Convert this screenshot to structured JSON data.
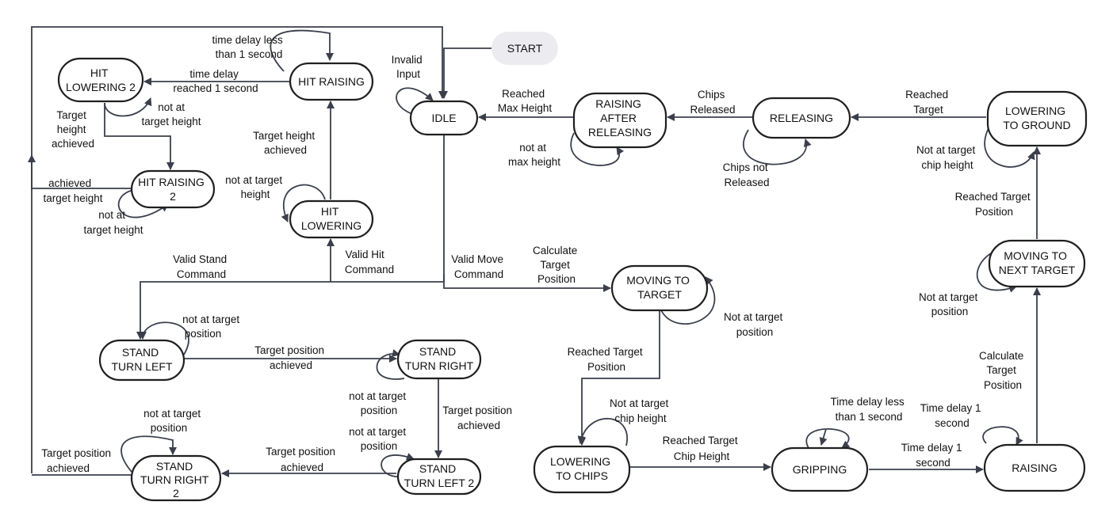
{
  "colors": {
    "stroke": "#1f1f1f",
    "edge": "#3a3f4b",
    "start_fill": "#ececf0",
    "background": "#ffffff"
  },
  "states": {
    "start": [
      "START"
    ],
    "idle": [
      "IDLE"
    ],
    "hit_lowering_2": [
      "HIT",
      "LOWERING 2"
    ],
    "hit_raising": [
      "HIT RAISING"
    ],
    "hit_raising_2": [
      "HIT RAISING",
      "2"
    ],
    "hit_lowering": [
      "HIT",
      "LOWERING"
    ],
    "raising_after_releasing": [
      "RAISING",
      "AFTER",
      "RELEASING"
    ],
    "releasing": [
      "RELEASING"
    ],
    "lowering_to_ground": [
      "LOWERING",
      "TO GROUND"
    ],
    "moving_to_next_target": [
      "MOVING TO",
      "NEXT TARGET"
    ],
    "moving_to_target": [
      "MOVING TO",
      "TARGET"
    ],
    "stand_turn_left": [
      "STAND",
      "TURN LEFT"
    ],
    "stand_turn_right": [
      "STAND",
      "TURN RIGHT"
    ],
    "stand_turn_left_2": [
      "STAND",
      "TURN LEFT 2"
    ],
    "stand_turn_right_2": [
      "STAND",
      "TURN RIGHT",
      "2"
    ],
    "lowering_to_chips": [
      "LOWERING",
      "TO CHIPS"
    ],
    "gripping": [
      "GRIPPING"
    ],
    "raising": [
      "RAISING"
    ]
  },
  "labels": {
    "invalid_input": [
      "Invalid",
      "Input"
    ],
    "time_delay_less": [
      "time delay less",
      "than 1 second"
    ],
    "time_delay_reached": [
      "time delay",
      "reached 1 second"
    ],
    "not_at_target_height_hl2": [
      "not at",
      "target height"
    ],
    "target_height_achieved_hl2": [
      "Target",
      "height",
      "achieved"
    ],
    "achieved_target_height": [
      "achieved",
      "target height"
    ],
    "not_at_target_height_hr2": [
      "not at",
      "target height"
    ],
    "target_height_achieved_hl": [
      "Target height",
      "achieved"
    ],
    "not_at_target_height_hl": [
      "not at target",
      "height"
    ],
    "reached_max_height": [
      "Reached",
      "Max Height"
    ],
    "not_at_max_height": [
      "not at",
      "max height"
    ],
    "chips_released": [
      "Chips",
      "Released"
    ],
    "chips_not_released": [
      "Chips not",
      "Released"
    ],
    "reached_target": [
      "Reached",
      "Target"
    ],
    "not_at_target_chip_height_ground": [
      "Not at target",
      "chip height"
    ],
    "reached_target_position_up": [
      "Reached Target",
      "Position"
    ],
    "not_at_target_position_next": [
      "Not at target",
      "position"
    ],
    "calculate_target_position_right": [
      "Calculate",
      "Target",
      "Position"
    ],
    "valid_stand_command": [
      "Valid Stand",
      "Command"
    ],
    "valid_hit_command": [
      "Valid Hit",
      "Command"
    ],
    "valid_move_command": [
      "Valid Move",
      "Command"
    ],
    "calculate_target_position_mid": [
      "Calculate",
      "Target",
      "Position"
    ],
    "not_at_target_position_mtt": [
      "Not at target",
      "position"
    ],
    "not_at_target_position_stl": [
      "not at target",
      "position"
    ],
    "target_position_achieved_stl": [
      "Target position",
      "achieved"
    ],
    "not_at_target_position_str": [
      "not at target",
      "position"
    ],
    "target_position_achieved_str": [
      "Target position",
      "achieved"
    ],
    "not_at_target_position_stl2": [
      "not at target",
      "position"
    ],
    "target_position_achieved_stl2": [
      "Target position",
      "achieved"
    ],
    "not_at_target_position_str2": [
      "not at target",
      "position"
    ],
    "target_position_achieved_str2": [
      "Target position",
      "achieved"
    ],
    "reached_target_position_down": [
      "Reached Target",
      "Position"
    ],
    "not_at_target_chip_height_chips": [
      "Not at target",
      "chip height"
    ],
    "reached_target_chip_height": [
      "Reached Target",
      "Chip Height"
    ],
    "time_delay_less_grip": [
      "Time delay less",
      "than 1 second"
    ],
    "time_delay_1_second_grip": [
      "Time delay 1",
      "second"
    ],
    "time_delay_1_second_raise": [
      "Time delay 1",
      "second"
    ]
  }
}
